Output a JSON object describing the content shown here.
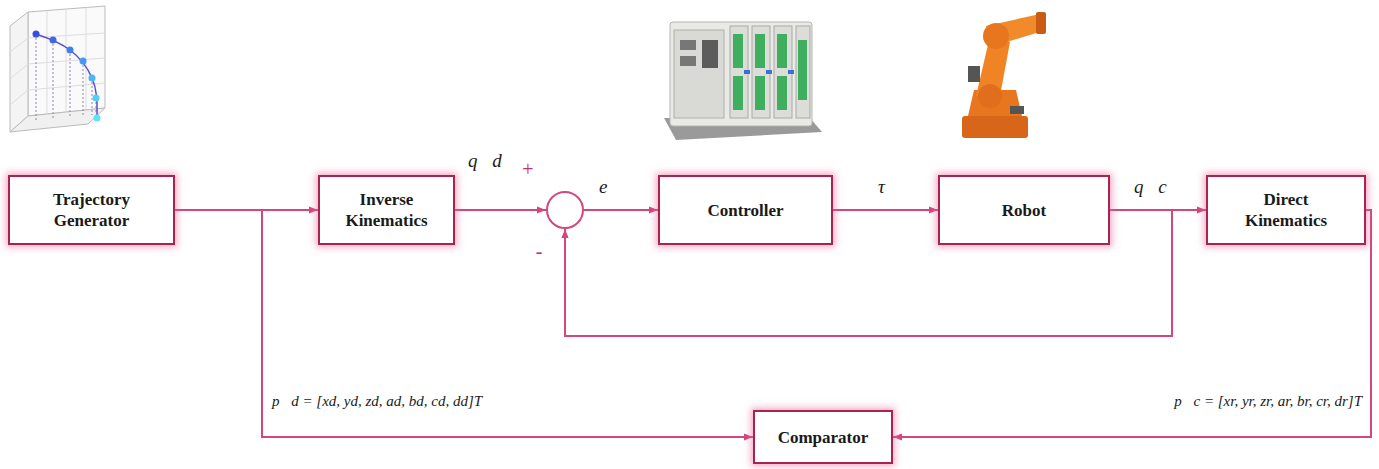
{
  "diagram": {
    "nodes": [
      {
        "text": [
          "Trajectory Generator"
        ]
      },
      {
        "text": [
          "Inverse Kinematics"
        ]
      },
      {
        "text": [
          "+",
          "-"
        ]
      },
      {
        "text": [
          "Controller"
        ]
      },
      {
        "text": [
          "Robot"
        ]
      },
      {
        "text": [
          "Direct Kinematics"
        ]
      },
      {
        "text": [
          "Comparator"
        ]
      }
    ],
    "edges": [
      {
        "from": 0,
        "to": 1,
        "arrow": "to"
      },
      {
        "from": 1,
        "to": 2,
        "label": "q⃗d",
        "arrow": "to"
      },
      {
        "from": 2,
        "to": 3,
        "label": "e⃗",
        "arrow": "to"
      },
      {
        "from": 3,
        "to": 4,
        "label": "τ⃗",
        "arrow": "to"
      },
      {
        "from": 4,
        "to": 5,
        "label": "q⃗c",
        "arrow": "to"
      },
      {
        "from": 4,
        "to": 2,
        "arrow": "to"
      },
      {
        "from": 0,
        "to": 6,
        "label": "p⃗d = [xd, yd, zd, ad, bd, cd, dd]T",
        "arrow": "to"
      },
      {
        "from": 5,
        "to": 6,
        "label": "p⃗c = [xr, yr, zr, ar, br, cr, dr]T",
        "arrow": "to"
      }
    ]
  }
}
